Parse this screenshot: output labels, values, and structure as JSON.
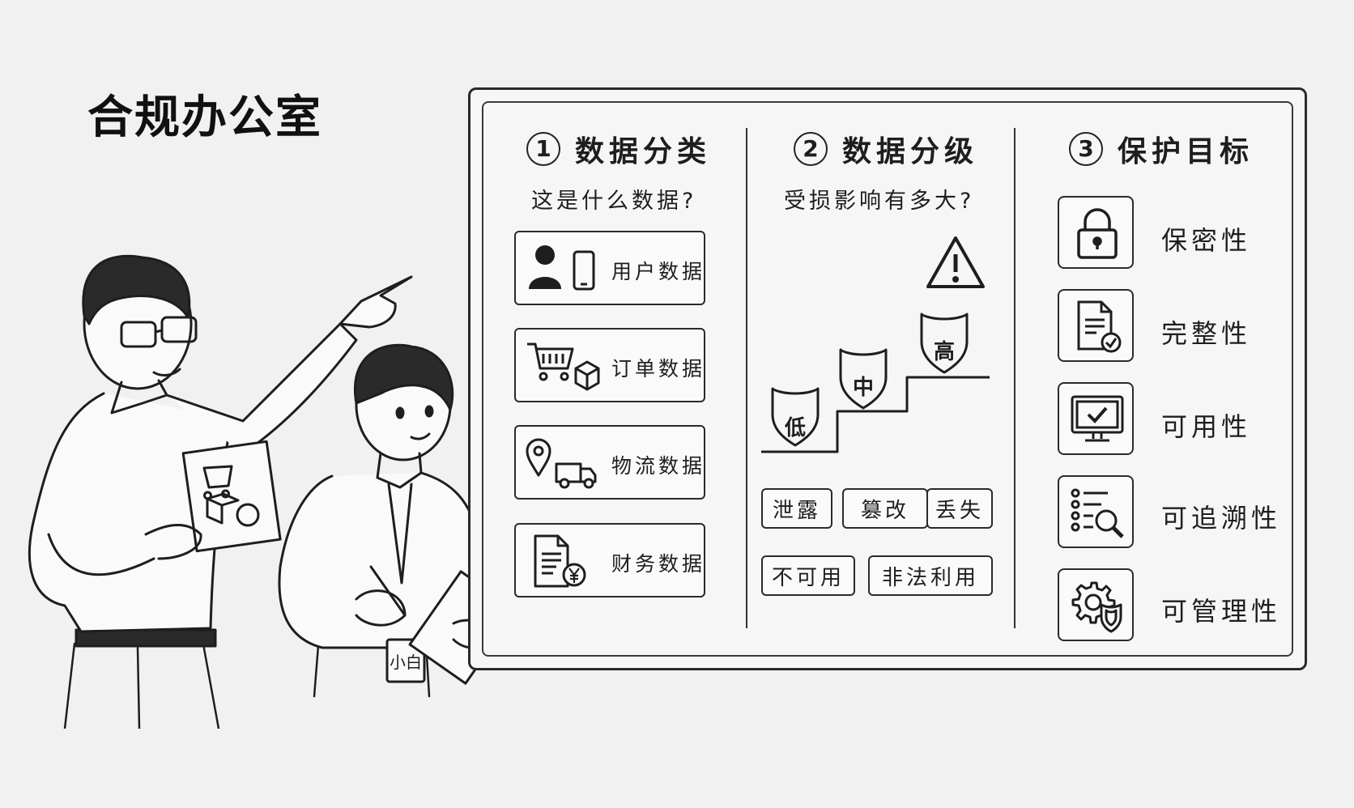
{
  "office_title": "合规办公室",
  "badge_name": "小白",
  "columns": [
    {
      "number": "1",
      "title": "数据分类",
      "question": "这是什么数据?",
      "items": [
        {
          "label": "用户数据",
          "icons": [
            "person-icon",
            "phone-icon"
          ]
        },
        {
          "label": "订单数据",
          "icons": [
            "cart-icon",
            "box-icon"
          ]
        },
        {
          "label": "物流数据",
          "icons": [
            "location-pin-icon",
            "truck-icon"
          ]
        },
        {
          "label": "财务数据",
          "icons": [
            "document-icon",
            "yen-coin-icon"
          ]
        }
      ]
    },
    {
      "number": "2",
      "title": "数据分级",
      "question": "受损影响有多大?",
      "levels": [
        "低",
        "中",
        "高"
      ],
      "risks": [
        "泄露",
        "篡改",
        "丢失",
        "不可用",
        "非法利用"
      ],
      "warning_icon": "warning-triangle-icon"
    },
    {
      "number": "3",
      "title": "保护目标",
      "goals": [
        {
          "label": "保密性",
          "icon": "padlock-icon"
        },
        {
          "label": "完整性",
          "icon": "document-check-icon"
        },
        {
          "label": "可用性",
          "icon": "monitor-check-icon"
        },
        {
          "label": "可追溯性",
          "icon": "list-search-icon"
        },
        {
          "label": "可管理性",
          "icon": "gear-shield-icon"
        }
      ]
    }
  ],
  "colors": {
    "ink": "#1e1e1e",
    "paper": "#f1f1f1",
    "board": "#f6f6f6"
  }
}
